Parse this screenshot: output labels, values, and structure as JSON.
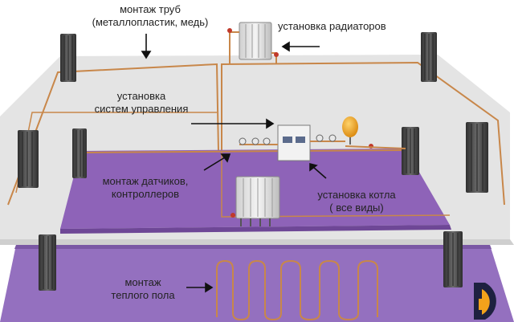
{
  "labels": {
    "pipes": "монтаж труб\n(металлопластик, медь)",
    "radiators": "установка радиаторов",
    "control": "установка\nсистем управления",
    "sensors": "монтаж датчиков,\nконтроллеров",
    "boiler": "установка котла\n( все виды)",
    "floor": "монтаж\nтеплого пола"
  },
  "colors": {
    "floor_light": "#e2e2e2",
    "floor_purple": "#8e63b8",
    "pipe": "#c8874a",
    "radiator": "#4c4c4c",
    "logo_dark": "#1e2140",
    "logo_orange": "#f3a21b"
  },
  "icons": {
    "radiator": "radiator-icon",
    "boiler": "boiler-icon",
    "expansion_tank": "expansion-tank-icon",
    "logo": "brand-logo"
  }
}
